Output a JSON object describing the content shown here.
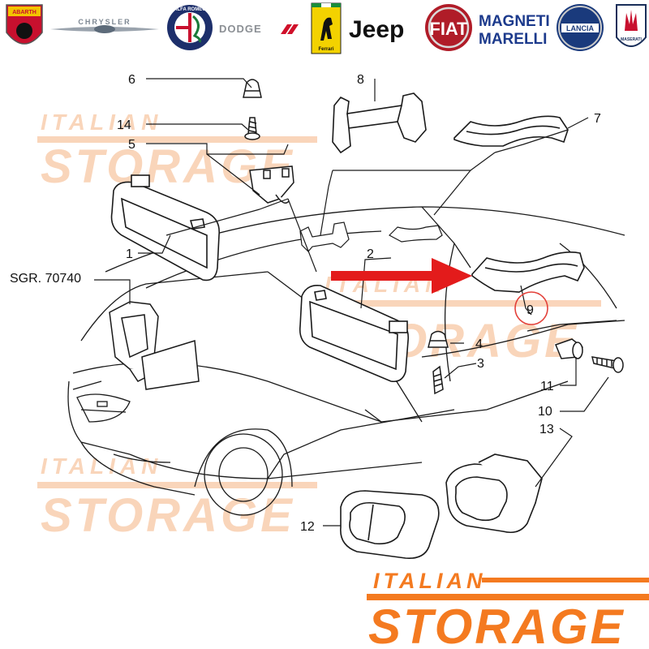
{
  "brands": {
    "abarth": "ABARTH",
    "chrysler": "CHRYSLER",
    "alfa_romeo": "ALFA ROMEO",
    "dodge": "DODGE",
    "ferrari": "Ferrari",
    "jeep": "Jeep",
    "fiat": "FIAT",
    "magneti_line1": "MAGNETI",
    "magneti_line2": "MARELLI",
    "lancia": "LANCIA",
    "maserati": "MASERATI"
  },
  "watermark": {
    "line1": "ITALIAN",
    "line2": "STORAGE"
  },
  "footer_logo": {
    "line1": "ITALIAN",
    "line2": "STORAGE"
  },
  "callouts": {
    "c1": "1",
    "c2": "2",
    "c3": "3",
    "c4": "4",
    "c5": "5",
    "c6": "6",
    "c7": "7",
    "c8": "8",
    "c9": "9",
    "c10": "10",
    "c11": "11",
    "c12": "12",
    "c13": "13",
    "c14": "14",
    "sgr": "SGR. 70740"
  },
  "colors": {
    "accent_orange": "#f47a20",
    "watermark_orange": "#f8c7a4",
    "arrow_red": "#e31b1b",
    "circle_red": "#e3413a",
    "line": "#1a1a1a"
  }
}
